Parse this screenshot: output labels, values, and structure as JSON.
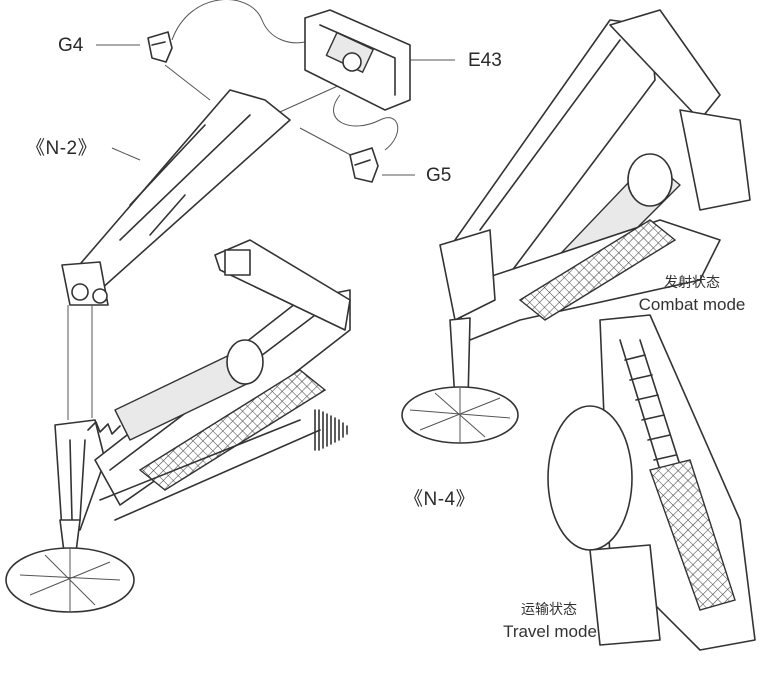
{
  "parts": {
    "g4": "G4",
    "e43": "E43",
    "g5": "G5"
  },
  "refs": {
    "n2": "《N-2》",
    "n4": "《N-4》"
  },
  "modes": {
    "combat_cn": "发射状态",
    "combat_en": "Combat mode",
    "travel_cn": "运输状态",
    "travel_en": "Travel mode"
  }
}
